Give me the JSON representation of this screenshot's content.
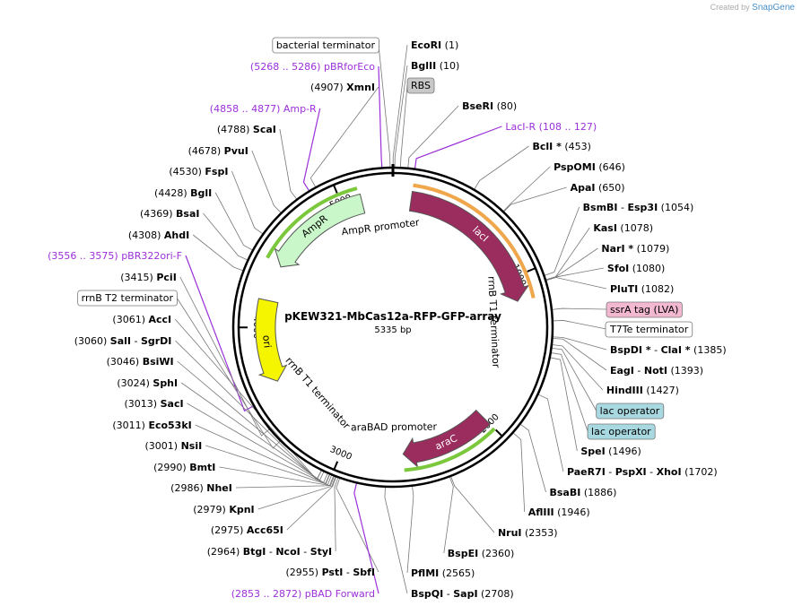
{
  "plasmid": {
    "name": "pKEW321-MbCas12a-RFP-GFP-array",
    "length_label": "5335 bp",
    "length": 5335
  },
  "branding": {
    "created_by": "Created by",
    "product": "SnapGene"
  },
  "colors": {
    "feature_magenta": "#9b2d5e",
    "feature_light_green": "#c9f7c9",
    "feature_yellow": "#f5f500",
    "primer_purple": "#9b30d9",
    "highlight_orange": "#f0a64a",
    "highlight_green": "#7cc83c"
  },
  "tick_labels": [
    {
      "text": "1000",
      "bp": 1000
    },
    {
      "text": "2000",
      "bp": 2000
    },
    {
      "text": "3000",
      "bp": 3000
    },
    {
      "text": "4000",
      "bp": 4000
    },
    {
      "text": "5000",
      "bp": 5000
    }
  ],
  "arc_features": [
    {
      "name": "lacI",
      "start": 120,
      "end": 1160,
      "radius": 142,
      "color": "#9b2d5e",
      "text_color": "#ffffff"
    },
    {
      "name": "araC",
      "start": 2000,
      "end": 2600,
      "radius": 142,
      "color": "#9b2d5e",
      "text_color": "#ffffff"
    },
    {
      "name": "AmpR",
      "start": 4420,
      "end": 5130,
      "radius": 142,
      "color": "#c9f7c9",
      "text_color": "#000000"
    },
    {
      "name": "ori",
      "start": 3630,
      "end": 4180,
      "radius": 142,
      "color": "#f5f500",
      "text_color": "#000000"
    }
  ],
  "inner_labels": [
    {
      "text": "AmpR promoter",
      "bp": 5230
    },
    {
      "text": "araBAD promoter",
      "bp": 2660
    },
    {
      "text": "rrnB T1 terminator",
      "bp": 1290
    },
    {
      "text": "rrnB T1 terminator",
      "bp": 3390
    }
  ],
  "labels_right": [
    {
      "parts": [
        {
          "t": "EcoRI",
          "b": true
        },
        {
          "t": "  (1)"
        }
      ],
      "bp": 1
    },
    {
      "parts": [
        {
          "t": "BglII",
          "b": true
        },
        {
          "t": "  (10)"
        }
      ],
      "bp": 10
    },
    {
      "parts": [
        {
          "t": "RBS",
          "box": "gray"
        }
      ],
      "bp": 40
    },
    {
      "parts": [
        {
          "t": "BseRI",
          "b": true
        },
        {
          "t": "  (80)"
        }
      ],
      "bp": 80
    },
    {
      "parts": [
        {
          "t": "LacI-R   (108 .. 127)",
          "c": "primer"
        }
      ],
      "bp": 117,
      "primer": true
    },
    {
      "parts": [
        {
          "t": "BclI *",
          "b": true
        },
        {
          "t": "  (453)"
        }
      ],
      "bp": 453
    },
    {
      "parts": [
        {
          "t": "PspOMI",
          "b": true
        },
        {
          "t": "  (646)"
        }
      ],
      "bp": 646
    },
    {
      "parts": [
        {
          "t": "ApaI",
          "b": true
        },
        {
          "t": "  (650)"
        }
      ],
      "bp": 650
    },
    {
      "parts": [
        {
          "t": "BsmBI",
          "b": true
        },
        {
          "t": " - "
        },
        {
          "t": "Esp3I",
          "b": true
        },
        {
          "t": "  (1054)"
        }
      ],
      "bp": 1054
    },
    {
      "parts": [
        {
          "t": "KasI",
          "b": true
        },
        {
          "t": "  (1078)"
        }
      ],
      "bp": 1078
    },
    {
      "parts": [
        {
          "t": "NarI *",
          "b": true
        },
        {
          "t": "  (1079)"
        }
      ],
      "bp": 1079
    },
    {
      "parts": [
        {
          "t": "SfoI",
          "b": true
        },
        {
          "t": "  (1080)"
        }
      ],
      "bp": 1080
    },
    {
      "parts": [
        {
          "t": "PluTI",
          "b": true
        },
        {
          "t": "  (1082)"
        }
      ],
      "bp": 1082
    },
    {
      "parts": [
        {
          "t": "ssrA tag (LVA)",
          "box": "pink"
        }
      ],
      "bp": 1240
    },
    {
      "parts": [
        {
          "t": "T7Te terminator",
          "box": "white"
        }
      ],
      "bp": 1300
    },
    {
      "parts": [
        {
          "t": "BspDI *",
          "b": true
        },
        {
          "t": " - "
        },
        {
          "t": "ClaI *",
          "b": true
        },
        {
          "t": "  (1385)"
        }
      ],
      "bp": 1385
    },
    {
      "parts": [
        {
          "t": "EagI",
          "b": true
        },
        {
          "t": " - "
        },
        {
          "t": "NotI",
          "b": true
        },
        {
          "t": "  (1393)"
        }
      ],
      "bp": 1393
    },
    {
      "parts": [
        {
          "t": "HindIII",
          "b": true
        },
        {
          "t": "  (1427)"
        }
      ],
      "bp": 1427
    },
    {
      "parts": [
        {
          "t": "lac operator",
          "box": "teal"
        }
      ],
      "bp": 1445
    },
    {
      "parts": [
        {
          "t": "lac operator",
          "box": "teal"
        }
      ],
      "bp": 1470
    },
    {
      "parts": [
        {
          "t": "SpeI",
          "b": true
        },
        {
          "t": "  (1496)"
        }
      ],
      "bp": 1496
    },
    {
      "parts": [
        {
          "t": "PaeR7I",
          "b": true
        },
        {
          "t": " - "
        },
        {
          "t": "PspXI",
          "b": true
        },
        {
          "t": " - "
        },
        {
          "t": "XhoI",
          "b": true
        },
        {
          "t": "  (1702)"
        }
      ],
      "bp": 1702
    },
    {
      "parts": [
        {
          "t": "BsaBI",
          "b": true
        },
        {
          "t": "  (1886)"
        }
      ],
      "bp": 1886
    },
    {
      "parts": [
        {
          "t": "AflIII",
          "b": true
        },
        {
          "t": "  (1946)"
        }
      ],
      "bp": 1946
    },
    {
      "parts": [
        {
          "t": "NruI",
          "b": true
        },
        {
          "t": "  (2353)"
        }
      ],
      "bp": 2353
    },
    {
      "parts": [
        {
          "t": "BspEI",
          "b": true
        },
        {
          "t": "  (2360)"
        }
      ],
      "bp": 2360
    },
    {
      "parts": [
        {
          "t": "PflMI",
          "b": true
        },
        {
          "t": "  (2565)"
        }
      ],
      "bp": 2565
    },
    {
      "parts": [
        {
          "t": "BspQI",
          "b": true
        },
        {
          "t": " - "
        },
        {
          "t": "SapI",
          "b": true
        },
        {
          "t": "  (2708)"
        }
      ],
      "bp": 2708
    }
  ],
  "labels_left": [
    {
      "parts": [
        {
          "t": "bacterial terminator",
          "box": "white"
        }
      ],
      "bp": 5320
    },
    {
      "parts": [
        {
          "t": "(5268 .. 5286)  pBRforEco",
          "c": "primer"
        }
      ],
      "bp": 5277,
      "primer": true
    },
    {
      "parts": [
        {
          "t": "(4907)  "
        },
        {
          "t": "XmnI",
          "b": true
        }
      ],
      "bp": 4907
    },
    {
      "parts": [
        {
          "t": "(4858 .. 4877)  Amp-R",
          "c": "primer"
        }
      ],
      "bp": 4867,
      "primer": true
    },
    {
      "parts": [
        {
          "t": "(4788)  "
        },
        {
          "t": "ScaI",
          "b": true
        }
      ],
      "bp": 4788
    },
    {
      "parts": [
        {
          "t": "(4678)  "
        },
        {
          "t": "PvuI",
          "b": true
        }
      ],
      "bp": 4678
    },
    {
      "parts": [
        {
          "t": "(4530)  "
        },
        {
          "t": "FspI",
          "b": true
        }
      ],
      "bp": 4530
    },
    {
      "parts": [
        {
          "t": "(4428)  "
        },
        {
          "t": "BglI",
          "b": true
        }
      ],
      "bp": 4428
    },
    {
      "parts": [
        {
          "t": "(4369)  "
        },
        {
          "t": "BsaI",
          "b": true
        }
      ],
      "bp": 4369
    },
    {
      "parts": [
        {
          "t": "(4308)  "
        },
        {
          "t": "AhdI",
          "b": true
        }
      ],
      "bp": 4308
    },
    {
      "parts": [
        {
          "t": "(3556 .. 3575)  pBR322ori-F",
          "c": "primer"
        }
      ],
      "bp": 3565,
      "primer": true
    },
    {
      "parts": [
        {
          "t": "(3415)  "
        },
        {
          "t": "PciI",
          "b": true
        }
      ],
      "bp": 3415
    },
    {
      "parts": [
        {
          "t": "rrnB T2 terminator",
          "box": "white"
        }
      ],
      "bp": 3330
    },
    {
      "parts": [
        {
          "t": "(3061)  "
        },
        {
          "t": "AccI",
          "b": true
        }
      ],
      "bp": 3061
    },
    {
      "parts": [
        {
          "t": "(3060)  "
        },
        {
          "t": "SalI",
          "b": true
        },
        {
          "t": " - "
        },
        {
          "t": "SgrDI",
          "b": true
        }
      ],
      "bp": 3060
    },
    {
      "parts": [
        {
          "t": "(3046)  "
        },
        {
          "t": "BsiWI",
          "b": true
        }
      ],
      "bp": 3046
    },
    {
      "parts": [
        {
          "t": "(3024)  "
        },
        {
          "t": "SphI",
          "b": true
        }
      ],
      "bp": 3024
    },
    {
      "parts": [
        {
          "t": "(3013)  "
        },
        {
          "t": "SacI",
          "b": true
        }
      ],
      "bp": 3013
    },
    {
      "parts": [
        {
          "t": "(3011)  "
        },
        {
          "t": "Eco53kI",
          "b": true
        }
      ],
      "bp": 3011
    },
    {
      "parts": [
        {
          "t": "(3001)  "
        },
        {
          "t": "NsiI",
          "b": true
        }
      ],
      "bp": 3001
    },
    {
      "parts": [
        {
          "t": "(2990)  "
        },
        {
          "t": "BmtI",
          "b": true
        }
      ],
      "bp": 2990
    },
    {
      "parts": [
        {
          "t": "(2986)  "
        },
        {
          "t": "NheI",
          "b": true
        }
      ],
      "bp": 2986
    },
    {
      "parts": [
        {
          "t": "(2979)  "
        },
        {
          "t": "KpnI",
          "b": true
        }
      ],
      "bp": 2979
    },
    {
      "parts": [
        {
          "t": "(2975)  "
        },
        {
          "t": "Acc65I",
          "b": true
        }
      ],
      "bp": 2975
    },
    {
      "parts": [
        {
          "t": "(2964)  "
        },
        {
          "t": "BtgI",
          "b": true
        },
        {
          "t": " - "
        },
        {
          "t": "NcoI",
          "b": true
        },
        {
          "t": " - "
        },
        {
          "t": "StyI",
          "b": true
        }
      ],
      "bp": 2964
    },
    {
      "parts": [
        {
          "t": "(2955)  "
        },
        {
          "t": "PstI",
          "b": true
        },
        {
          "t": " - "
        },
        {
          "t": "SbfI",
          "b": true
        }
      ],
      "bp": 2955
    },
    {
      "parts": [
        {
          "t": "(2853 .. 2872)  pBAD Forward",
          "c": "primer"
        }
      ],
      "bp": 2862,
      "primer": true
    }
  ]
}
